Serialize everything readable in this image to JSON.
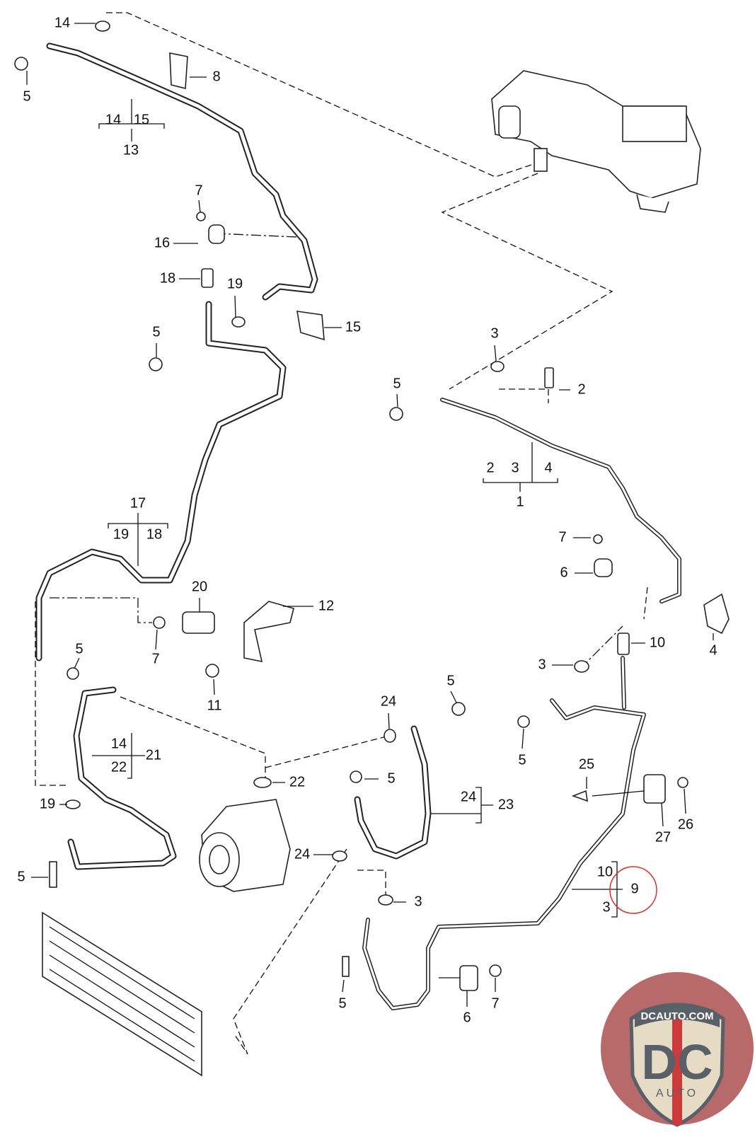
{
  "diagram": {
    "labels": [
      "14",
      "5",
      "8",
      "14",
      "15",
      "13",
      "7",
      "16",
      "18",
      "19",
      "15",
      "5",
      "3",
      "2",
      "5",
      "2",
      "3",
      "4",
      "1",
      "17",
      "19",
      "18",
      "7",
      "6",
      "4",
      "20",
      "12",
      "7",
      "11",
      "5",
      "10",
      "3",
      "5",
      "24",
      "5",
      "14",
      "22",
      "21",
      "22",
      "5",
      "25",
      "19",
      "24",
      "23",
      "26",
      "27",
      "24",
      "5",
      "10",
      "9",
      "3",
      "3",
      "5",
      "6",
      "7"
    ],
    "highlighted_label": "9",
    "highlight_color": "#d9302c"
  },
  "logo": {
    "site": "DCAUTO.COM",
    "mark": "DC",
    "sub": "AUTO",
    "colors": {
      "background": "#b86a6a",
      "shield": "#e6dcc6",
      "text": "#5a6068",
      "stripe": "#cc3b3b"
    }
  }
}
